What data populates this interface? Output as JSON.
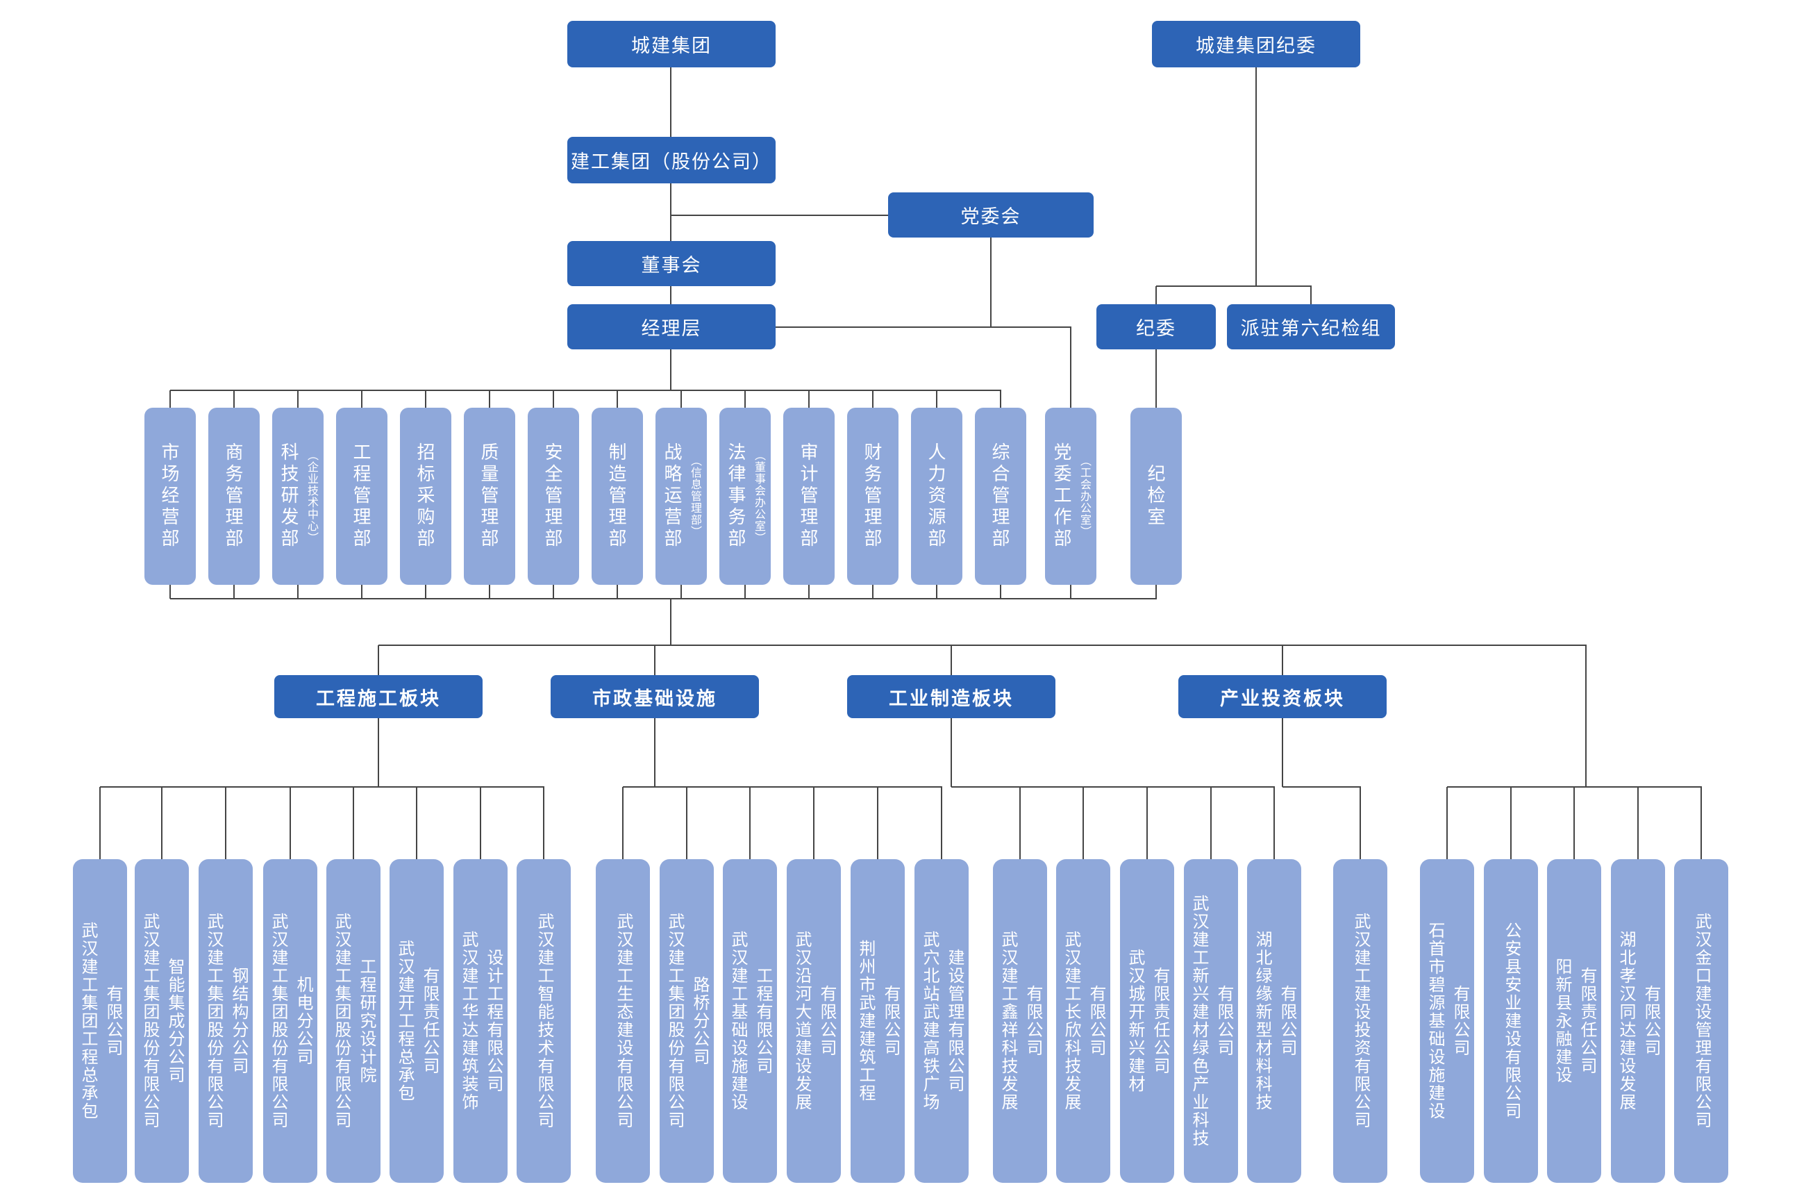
{
  "colors": {
    "primary_blue": "#2d64b6",
    "light_blue": "#8fa8da",
    "line": "#454545",
    "background": "#ffffff"
  },
  "top": {
    "group": "城建集团",
    "group_discipline": "城建集团纪委",
    "company": "建工集团（股份公司）",
    "party_committee": "党委会",
    "board": "董事会",
    "management": "经理层",
    "discipline_committee": "纪委",
    "sixth_inspection_team": "派驻第六纪检组"
  },
  "departments": [
    {
      "label": "市场经营部"
    },
    {
      "label": "商务管理部"
    },
    {
      "label": "科技研发部",
      "sub": "（企业技术中心）"
    },
    {
      "label": "工程管理部"
    },
    {
      "label": "招标采购部"
    },
    {
      "label": "质量管理部"
    },
    {
      "label": "安全管理部"
    },
    {
      "label": "制造管理部"
    },
    {
      "label": "战略运营部",
      "sub": "（信息管理部）"
    },
    {
      "label": "法律事务部",
      "sub": "（董事会办公室）"
    },
    {
      "label": "审计管理部"
    },
    {
      "label": "财务管理部"
    },
    {
      "label": "人力资源部"
    },
    {
      "label": "综合管理部"
    },
    {
      "label": "党委工作部",
      "sub": "（工会办公室）"
    },
    {
      "label": "纪检室"
    }
  ],
  "segments": [
    {
      "label": "工程施工板块"
    },
    {
      "label": "市政基础设施"
    },
    {
      "label": "工业制造板块"
    },
    {
      "label": "产业投资板块"
    }
  ],
  "companies": {
    "engineering": [
      "武汉建工集团工程总承包\n有限公司",
      "武汉建工集团股份有限公司\n智能集成分公司",
      "武汉建工集团股份有限公司\n钢结构分公司",
      "武汉建工集团股份有限公司\n机电分公司",
      "武汉建工集团股份有限公司\n工程研究设计院",
      "武汉建开工程总承包\n有限责任公司",
      "武汉建工华达建筑装饰\n设计工程有限公司",
      "武汉建工智能技术有限公司"
    ],
    "municipal": [
      "武汉建工生态建设有限公司",
      "武汉建工集团股份有限公司\n路桥分公司",
      "武汉建工基础设施建设\n工程有限公司",
      "武汉沿河大道建设发展\n有限公司",
      "荆州市武建建筑工程\n有限公司",
      "武穴北站武建高铁广场\n建设管理有限公司"
    ],
    "industrial": [
      "武汉建工鑫祥科技发展\n有限公司",
      "武汉建工长欣科技发展\n有限公司",
      "武汉城开新兴建材\n有限责任公司",
      "武汉建工新兴建材绿色产业科技\n有限公司",
      "湖北绿缘新型材料科技\n有限公司"
    ],
    "investment": [
      "武汉建工建设投资有限公司"
    ],
    "regional": [
      "石首市碧源基础设施建设\n有限公司",
      "公安县安业建设有限公司",
      "阳新县永融建设\n有限责任公司",
      "湖北孝汉同达建设发展\n有限公司",
      "武汉金口建设管理有限公司"
    ]
  }
}
